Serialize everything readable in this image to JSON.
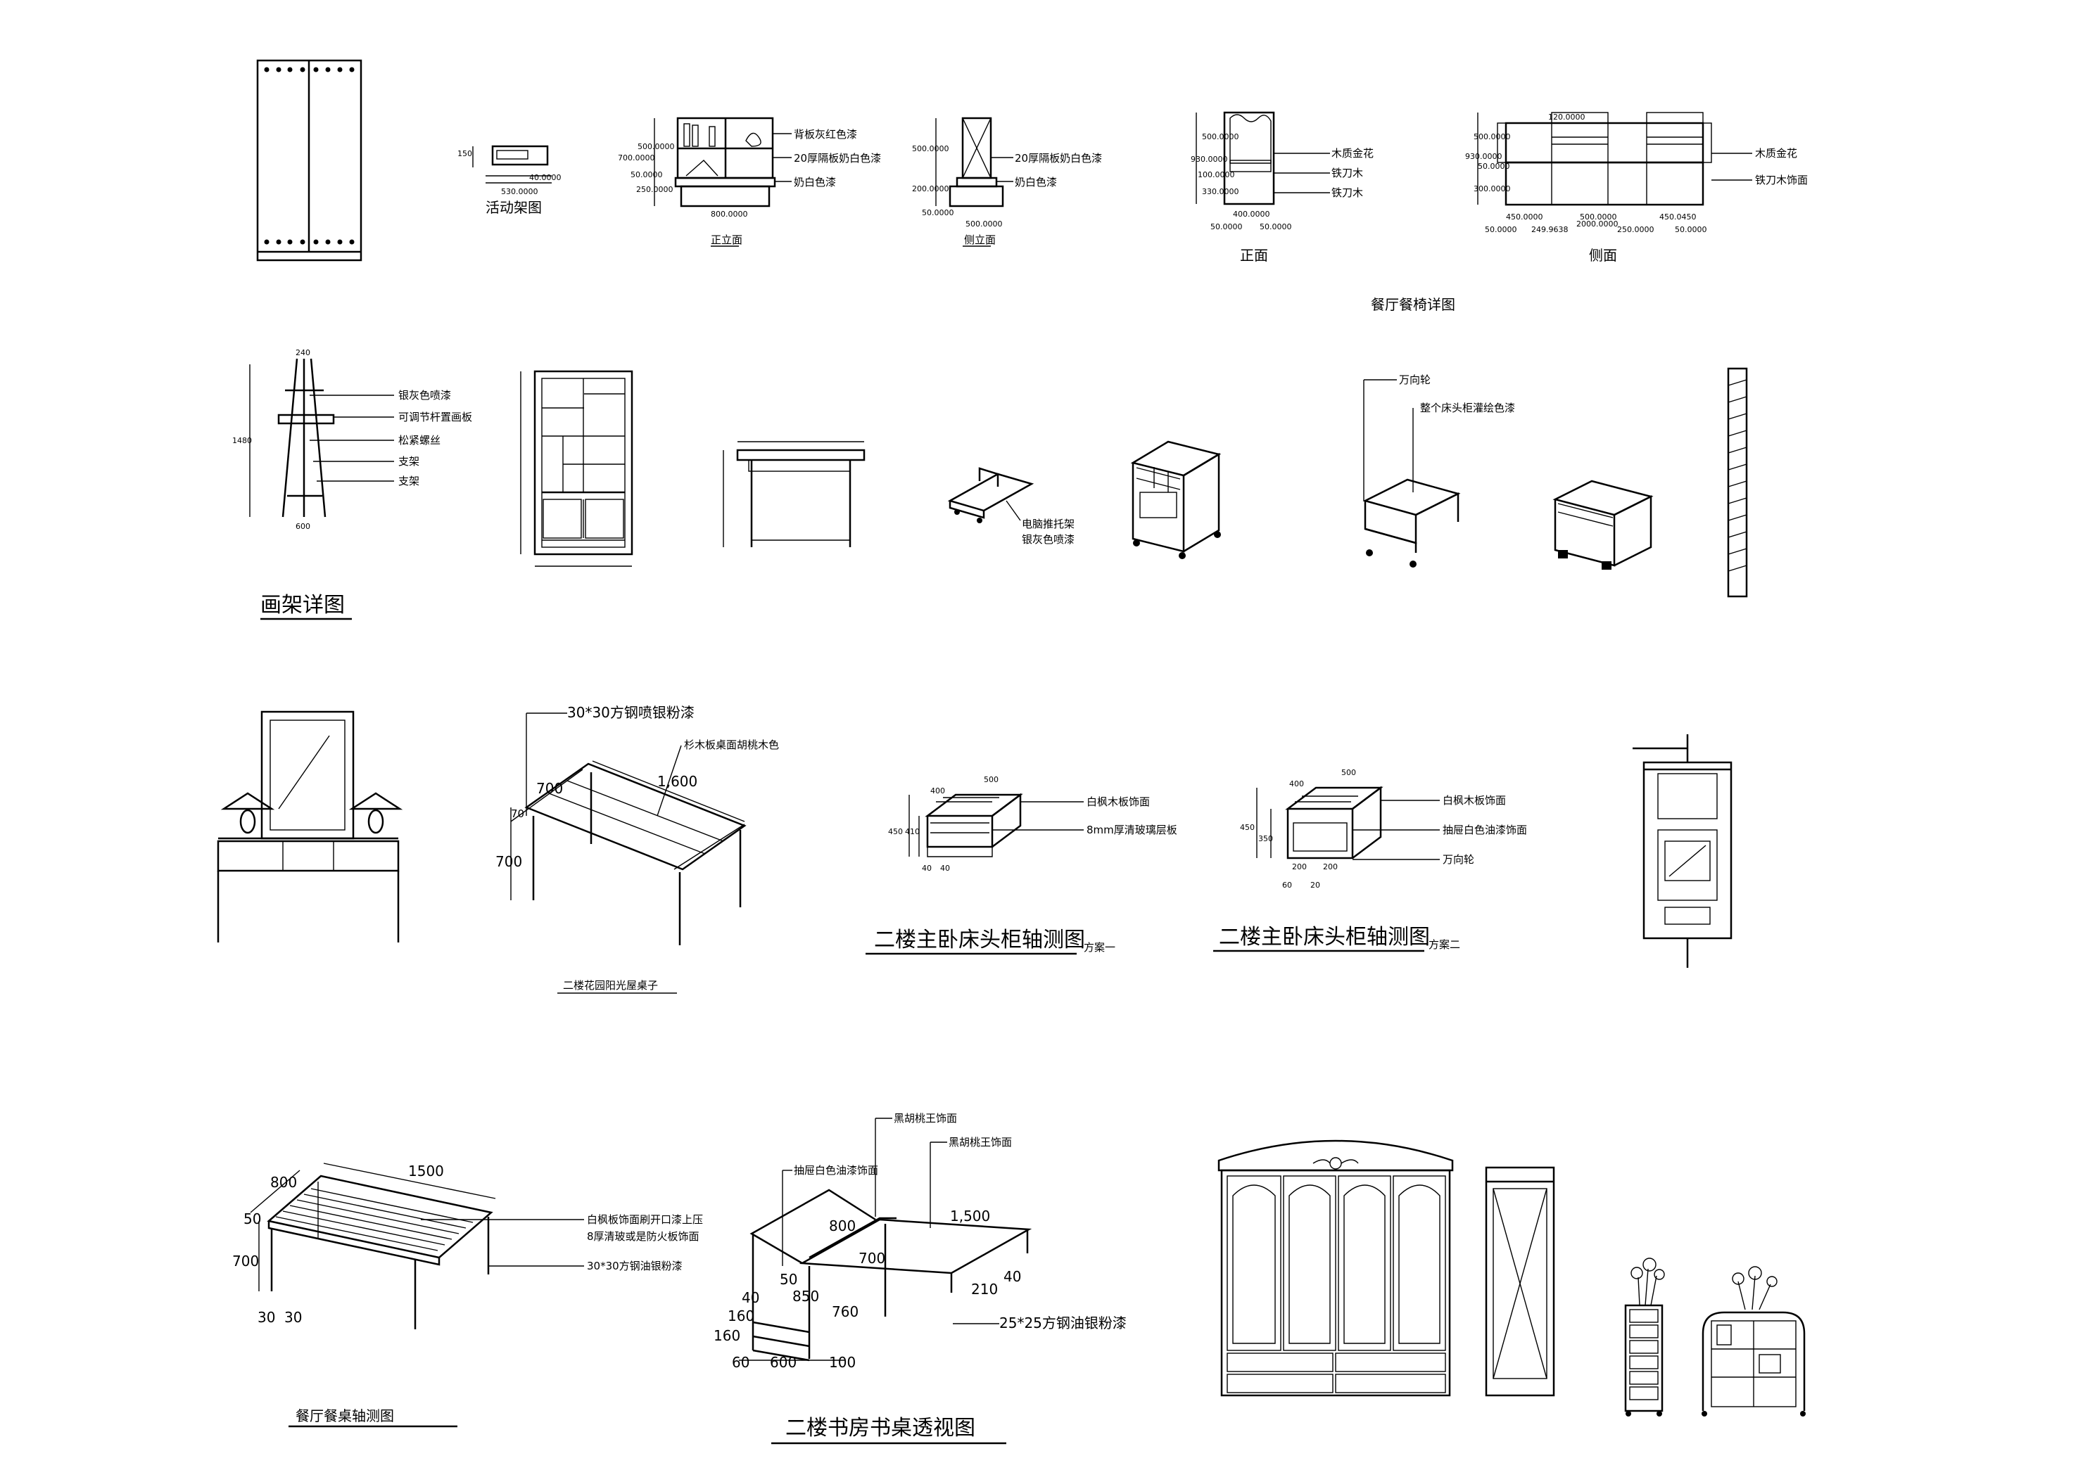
{
  "titles": {
    "movable_shelf": "活动架图",
    "front_elev": "正立面",
    "side_elev": "侧立面",
    "chair_front": "正面",
    "chair_side": "侧面",
    "dining_chair_detail": "餐厅餐椅详图",
    "easel_detail": "画架详图",
    "garden_table": "二楼花园阳光屋桌子",
    "bedside_a": "二楼主卧床头柜轴测图",
    "bedside_a_plan": "方案一",
    "bedside_b": "二楼主卧床头柜轴测图",
    "bedside_b_plan": "方案二",
    "dining_table": "餐厅餐桌轴测图",
    "study_desk": "二楼书房书桌透视图"
  },
  "notes": {
    "bookcase_1": "背板灰红色漆",
    "bookcase_2": "20厚隔板奶白色漆",
    "bookcase_3": "奶白色漆",
    "side_1": "20厚隔板奶白色漆",
    "side_2": "奶白色漆",
    "chair_1": "木质金花",
    "chair_2": "铁刀木",
    "chair_3": "铁刀木",
    "chair_side_1": "木质金花",
    "chair_side_2": "铁刀木饰面",
    "easel_1": "银灰色喷漆",
    "easel_2": "可调节杆置画板",
    "easel_3": "松紧螺丝",
    "easel_4": "支架",
    "easel_5": "支架",
    "pc_tray_1": "电脑推托架",
    "pc_tray_2": "银灰色喷漆",
    "stool_1": "万向轮",
    "stool_2": "整个床头柜灌绘色漆",
    "garden_1": "30*30方钢喷银粉漆",
    "garden_2": "杉木板桌面胡桃木色",
    "bed_a_1": "白枫木板饰面",
    "bed_a_2": "8mm厚清玻璃层板",
    "bed_b_1": "白枫木板饰面",
    "bed_b_2": "抽屉白色油漆饰面",
    "bed_b_3": "万向轮",
    "dt_1": "白枫板饰面刷开口漆上压",
    "dt_2": "8厚清玻或是防火板饰面",
    "dt_3": "30*30方钢油银粉漆",
    "desk_1": "黑胡桃王饰面",
    "desk_2": "黑胡桃王饰面",
    "desk_3": "抽屉白色油漆饰面",
    "desk_4": "25*25方钢油银粉漆"
  },
  "dims": {
    "s1": "150",
    "s2": "40.0000",
    "s3": "530.0000",
    "b1": "500.0000",
    "b2": "700.0000",
    "b3": "50.0000",
    "b4": "250.0000",
    "b5": "800.0000",
    "sd1": "500.0000",
    "sd2": "200.0000",
    "sd3": "50.0000",
    "sd4": "500.0000",
    "c1": "500.0000",
    "c2": "930.0000",
    "c3": "100.0000",
    "c4": "330.0000",
    "c5": "400.0000",
    "c6": "50.0000",
    "c7": "50.0000",
    "cs1": "120.0000",
    "cs2": "500.0000",
    "cs3": "930.0000",
    "cs4": "50.0000",
    "cs5": "300.0000",
    "cs6": "450.0000",
    "cs7": "500.0000",
    "cs8": "450.0450",
    "cs9": "50.0000",
    "cs10": "249.9638",
    "cs11": "2000.0000",
    "cs12": "250.0000",
    "cs13": "50.0000",
    "e1": "240",
    "e2": "1480",
    "e3": "600",
    "g1": "700",
    "g2": "1,600",
    "g3": "70",
    "g4": "700",
    "ba1": "400",
    "ba2": "500",
    "ba3": "450",
    "ba4": "410",
    "ba5": "40",
    "ba6": "40",
    "bb1": "400",
    "bb2": "500",
    "bb3": "450",
    "bb4": "350",
    "bb5": "200",
    "bb6": "200",
    "bb7": "60",
    "bb8": "20",
    "dt1": "800",
    "dt2": "1500",
    "dt3": "50",
    "dt4": "700",
    "dt5": "30",
    "dt6": "30",
    "dk1": "800",
    "dk2": "1,500",
    "dk3": "700",
    "dk4": "50",
    "dk5": "850",
    "dk6": "760",
    "dk7": "40",
    "dk8": "160",
    "dk9": "160",
    "dk10": "210",
    "dk11": "40",
    "dk12": "60",
    "dk13": "600",
    "dk14": "100"
  }
}
